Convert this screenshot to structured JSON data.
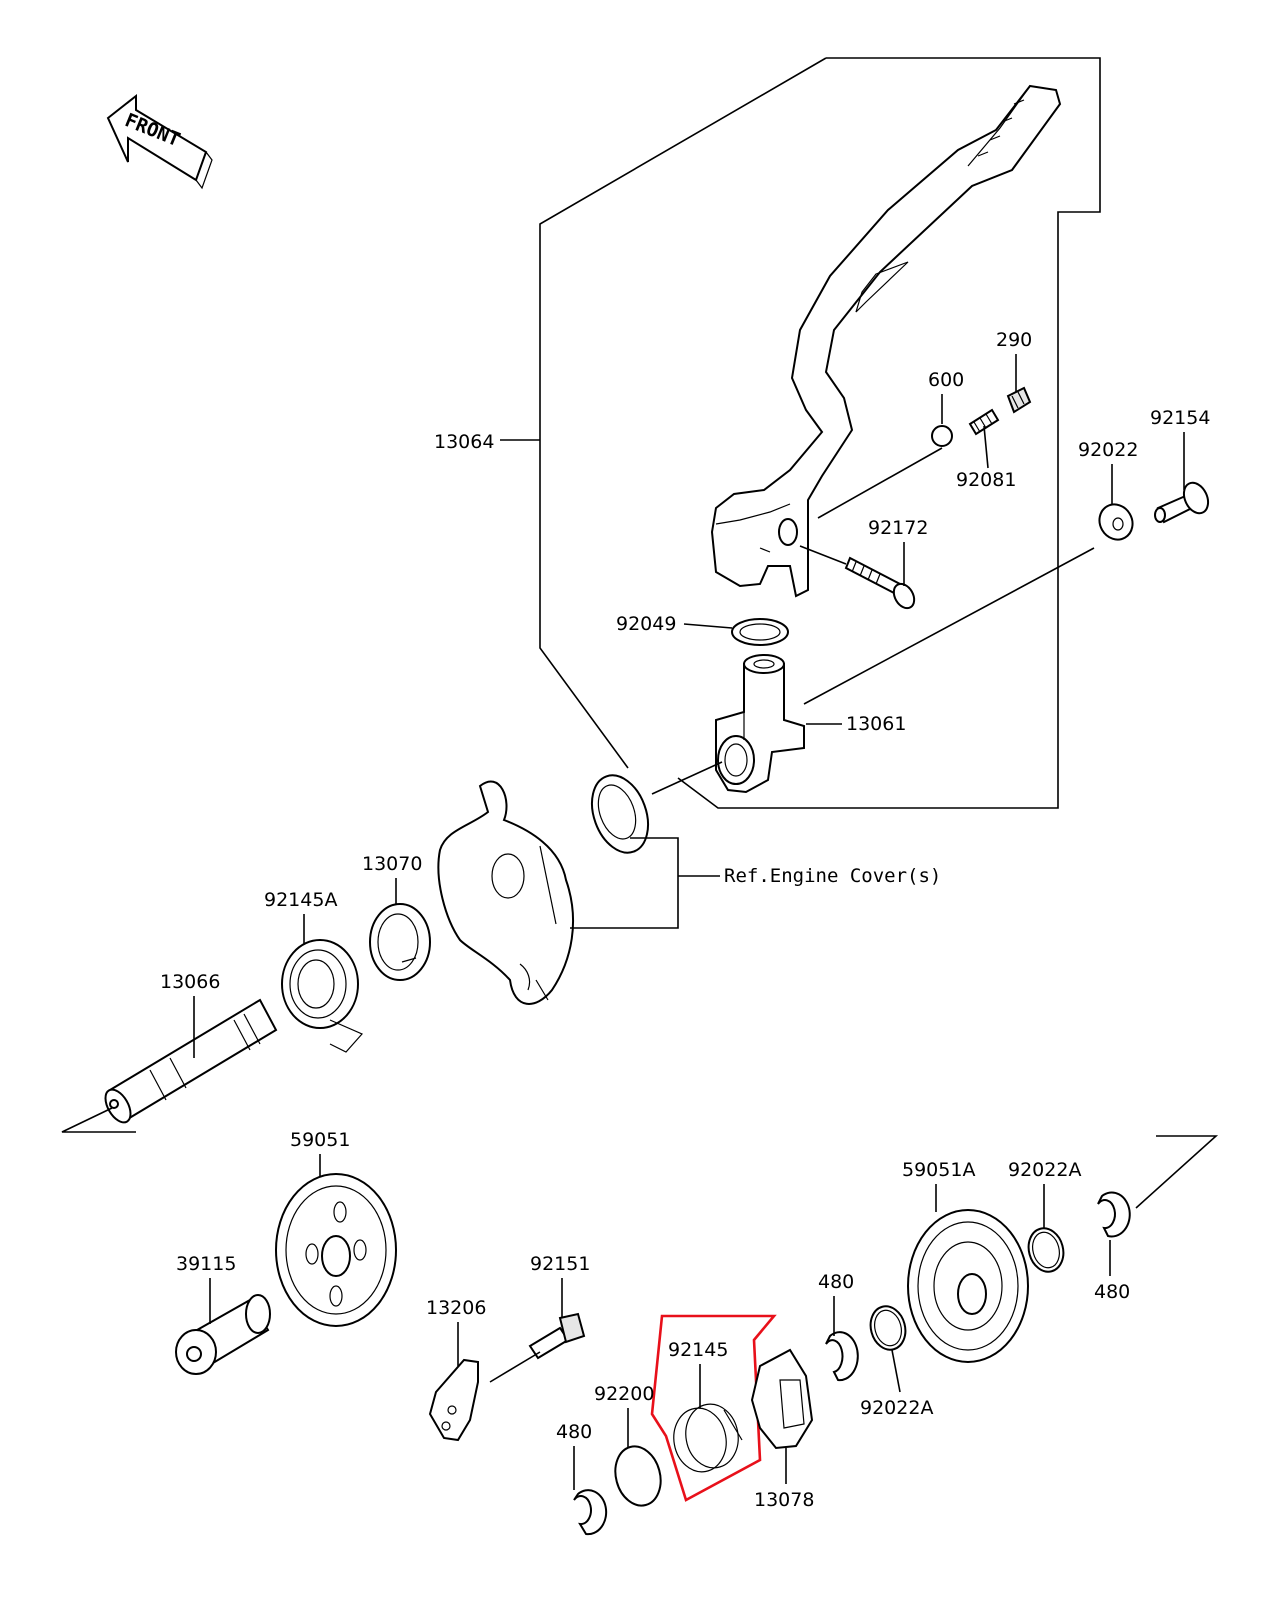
{
  "front_arrow": {
    "label": "FRONT"
  },
  "labels": {
    "p13064": "13064",
    "p600": "600",
    "p290": "290",
    "p92081": "92081",
    "p92154": "92154",
    "p92022": "92022",
    "p92172": "92172",
    "p92049": "92049",
    "p13061": "13061",
    "ref_engine_cover": "Ref.Engine Cover(s)",
    "p13070": "13070",
    "p92145A": "92145A",
    "p13066": "13066",
    "p59051": "59051",
    "p39115": "39115",
    "p92151": "92151",
    "p13206": "13206",
    "p92145": "92145",
    "p92200": "92200",
    "p480_left": "480",
    "p13078": "13078",
    "p480_mid": "480",
    "p92022A_low": "92022A",
    "p59051A": "59051A",
    "p92022A_top": "92022A",
    "p480_right": "480"
  },
  "highlight": {
    "part": "92145",
    "color": "#e8101a"
  }
}
